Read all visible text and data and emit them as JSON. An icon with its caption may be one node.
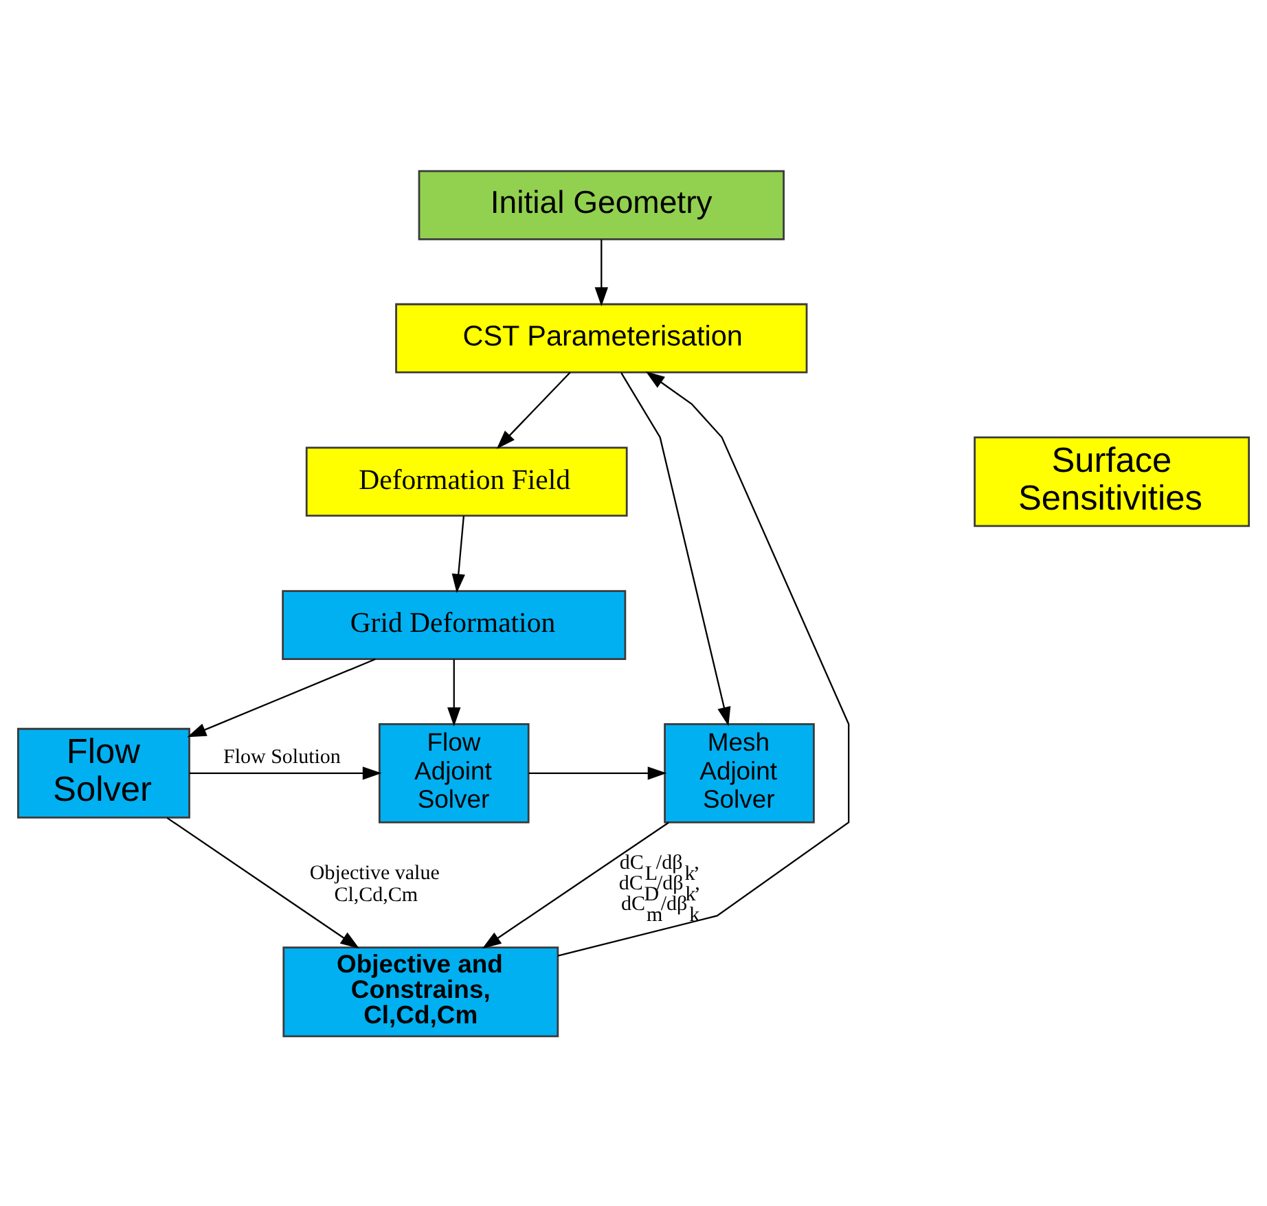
{
  "diagram": {
    "nodes": [
      {
        "text": [
          "Initial Geometry"
        ]
      },
      {
        "text": [
          "CST Parameterisation"
        ]
      },
      {
        "text": [
          "Deformation Field"
        ]
      },
      {
        "text": [
          "Surface Sensitivities"
        ]
      },
      {
        "text": [
          "Grid Deformation"
        ]
      },
      {
        "text": [
          "Flow Solver"
        ]
      },
      {
        "text": [
          "Flow Adjoint Solver"
        ]
      },
      {
        "text": [
          "Mesh Adjoint Solver"
        ]
      },
      {
        "text": [
          "Objective and Constrains, Cl,Cd,Cm"
        ]
      }
    ],
    "edges": [
      {
        "from": 0,
        "to": 1,
        "arrow": "to"
      },
      {
        "from": 1,
        "to": 2,
        "arrow": "to"
      },
      {
        "from": 2,
        "to": 4,
        "arrow": "to"
      },
      {
        "from": 4,
        "to": 5,
        "arrow": "to"
      },
      {
        "from": 4,
        "to": 6,
        "arrow": "to"
      },
      {
        "from": 5,
        "to": 6,
        "arrow": "to",
        "label": "Flow Solution"
      },
      {
        "from": 6,
        "to": 7,
        "arrow": "to"
      },
      {
        "from": 1,
        "to": 7,
        "arrow": "to"
      },
      {
        "from": 5,
        "to": 8,
        "arrow": "to",
        "label": "Objective value Cl,Cd,Cm"
      },
      {
        "from": 7,
        "to": 8,
        "arrow": "to",
        "label": "dC$_{L}$/dβ$_{k}$, dC$_{D}$/dβ$_{k}$, dC$_{m}$/dβ$_{k}$"
      },
      {
        "from": 8,
        "to": 1,
        "arrow": "to"
      }
    ]
  }
}
